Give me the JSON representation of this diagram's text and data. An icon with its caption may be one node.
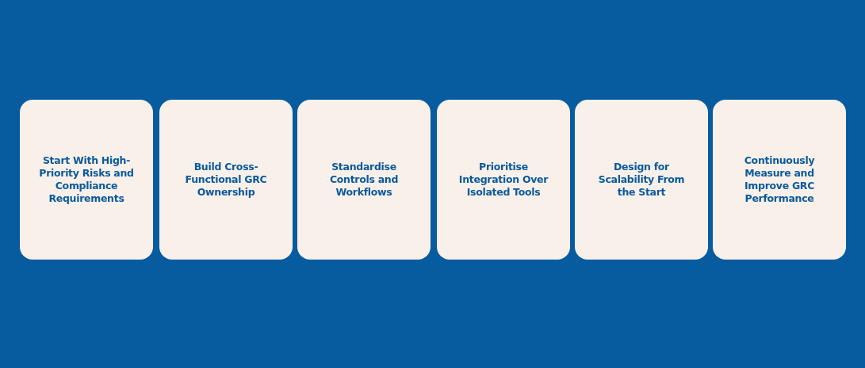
{
  "diagram": {
    "nodes": [
      {
        "text": [
          "Start With High-Priority Risks and Compliance Requirements"
        ]
      },
      {
        "text": [
          "Build Cross-Functional GRC Ownership"
        ]
      },
      {
        "text": [
          "Standardise Controls and Workflows"
        ]
      },
      {
        "text": [
          "Prioritise Integration Over Isolated Tools"
        ]
      },
      {
        "text": [
          "Design for Scalability From the Start"
        ]
      },
      {
        "text": [
          "Continuously Measure and Improve GRC Performance"
        ]
      }
    ]
  }
}
